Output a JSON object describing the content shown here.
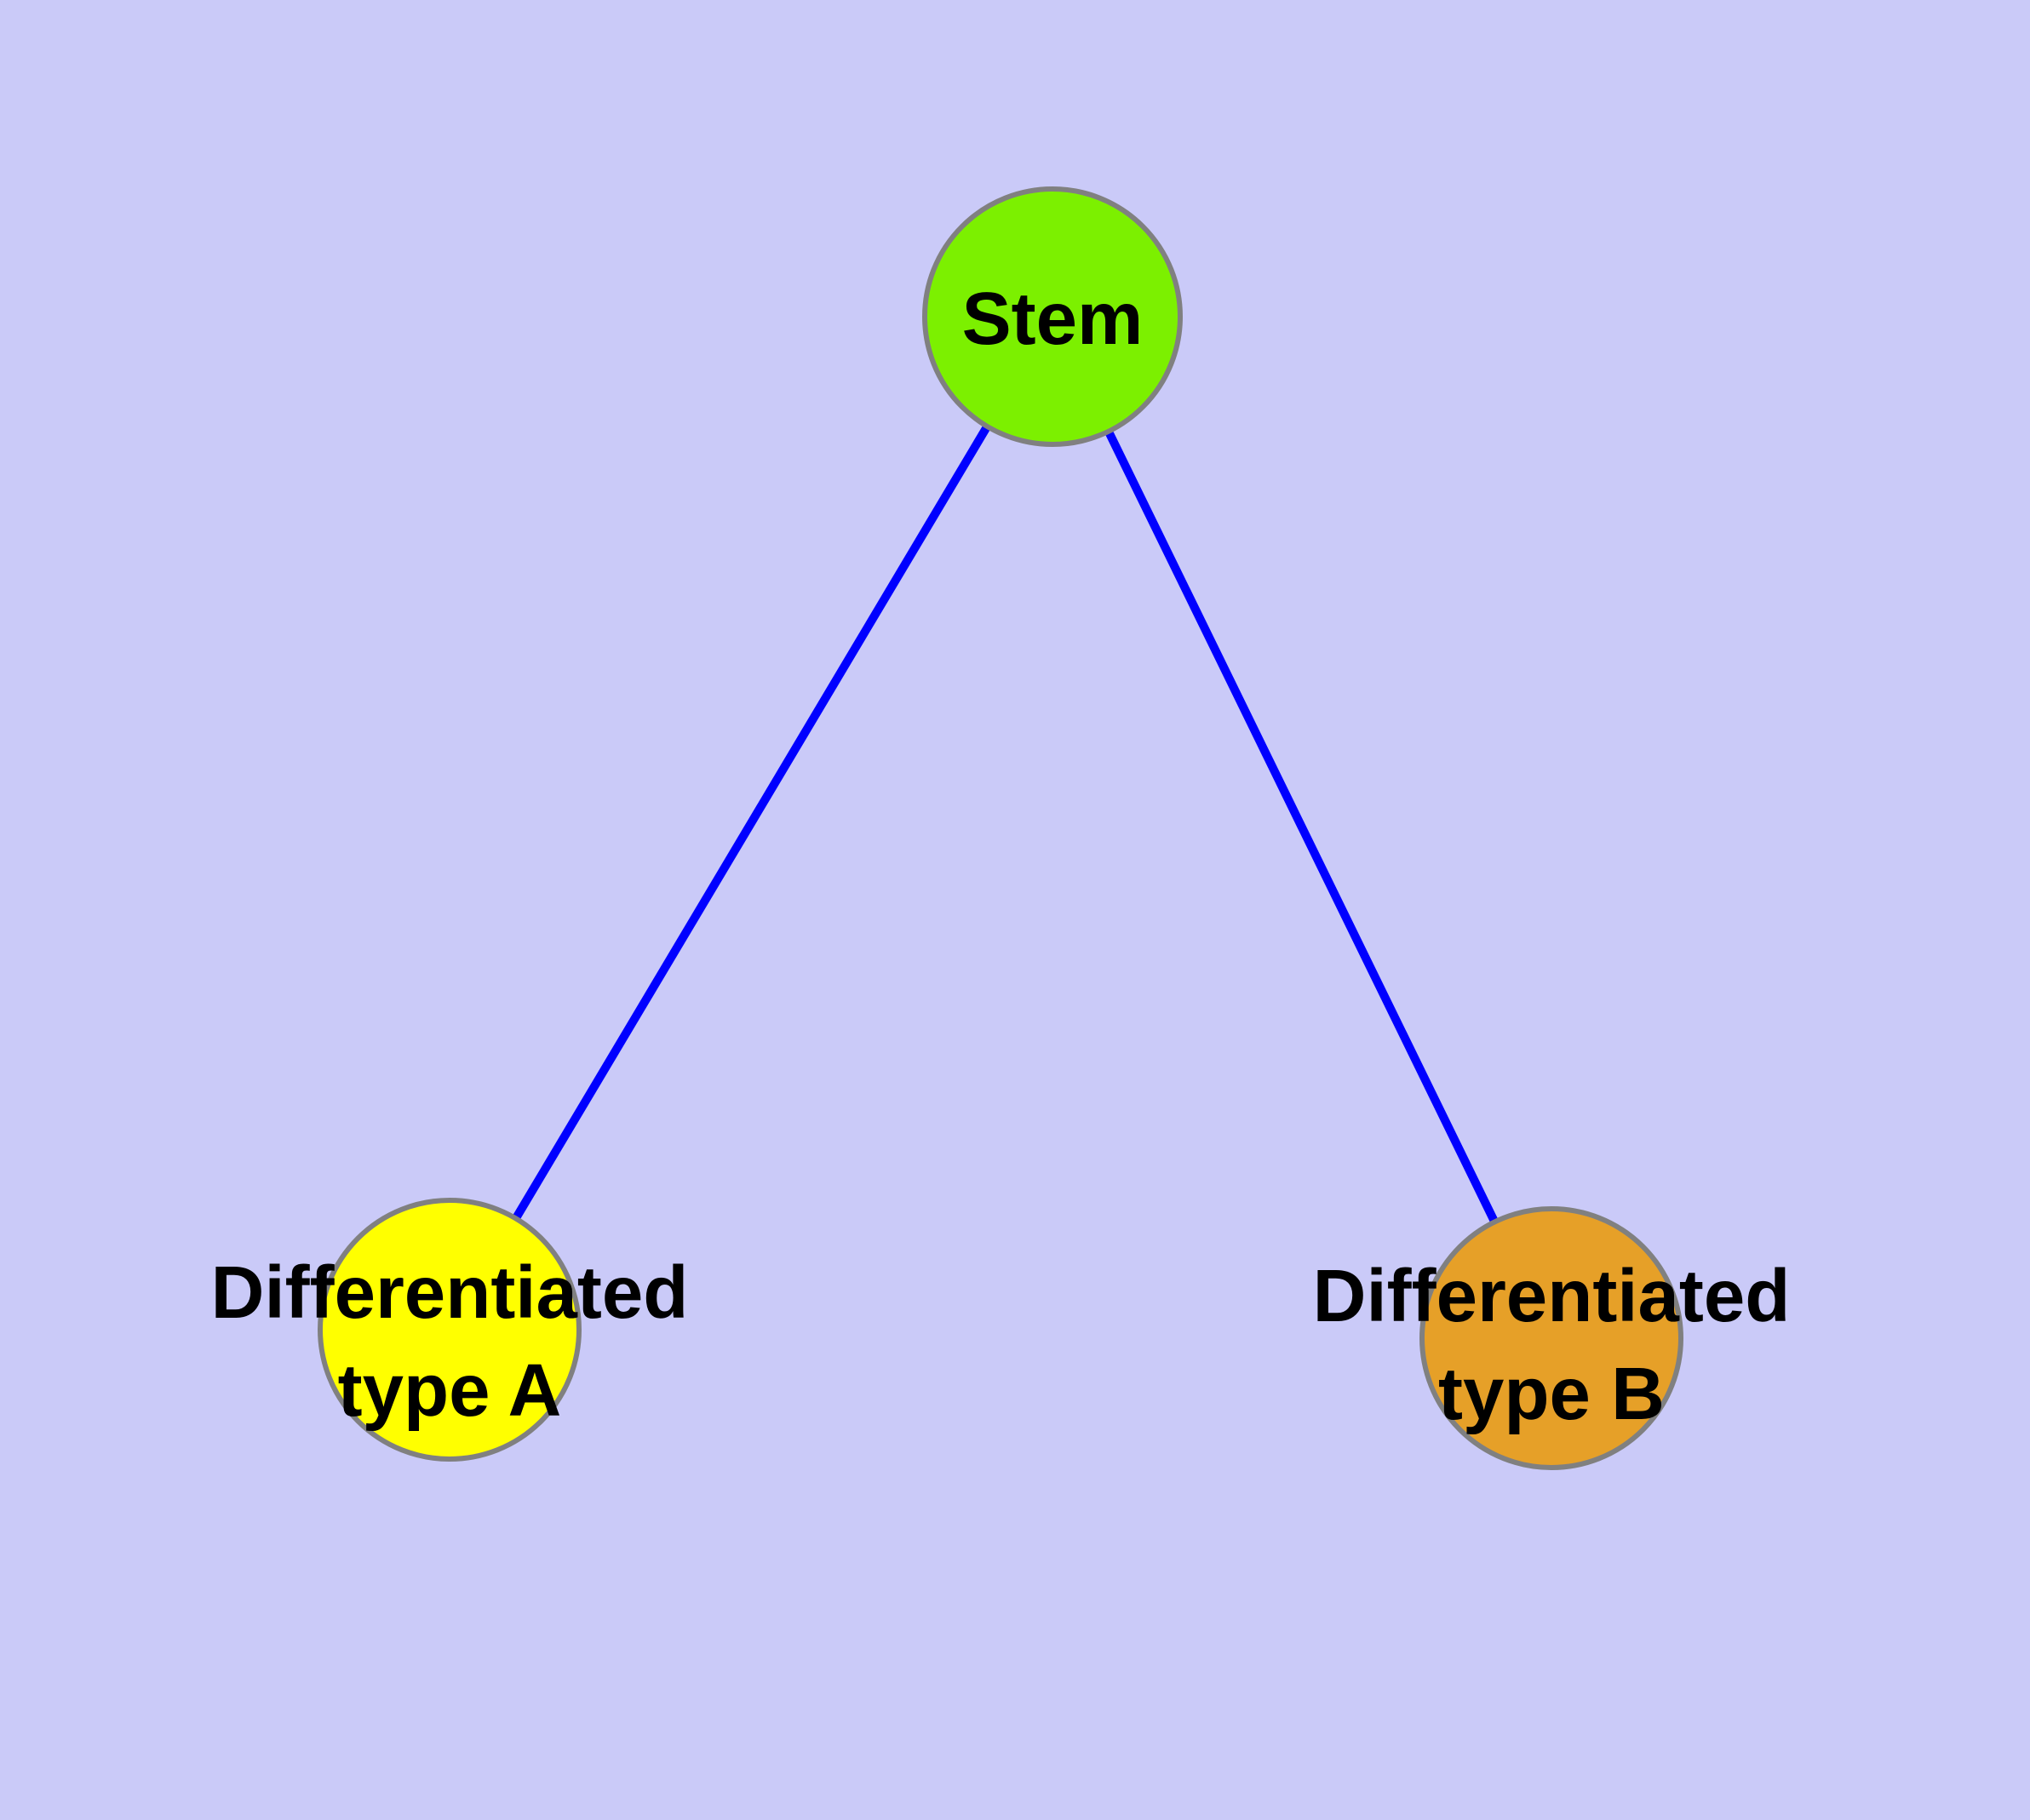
{
  "diagram": {
    "background_color": "#CACAF8",
    "edge_color": "#0000FF",
    "node_border_color": "#808080",
    "text_color": "#000000",
    "nodes": {
      "stem": {
        "label": "Stem",
        "fill": "#7CF000"
      },
      "type_a": {
        "label_line1": "Differentiated",
        "label_line2": "type A",
        "fill": "#FFFF00"
      },
      "type_b": {
        "label_line1": "Differentiated",
        "label_line2": "type B",
        "fill": "#E6A028"
      }
    },
    "edges": [
      {
        "from": "Stem",
        "to": "Differentiated type A"
      },
      {
        "from": "Stem",
        "to": "Differentiated type B"
      }
    ]
  }
}
